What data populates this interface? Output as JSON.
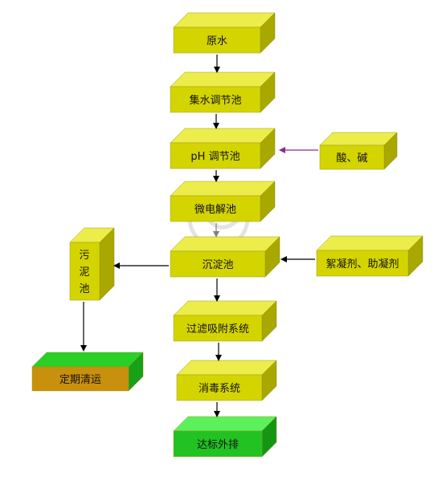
{
  "flow": {
    "raw_water": "原水",
    "equalization_tank": "集水调节池",
    "ph_tank": "pH 调节池",
    "micro_electrolysis_tank": "微电解池",
    "sedimentation_tank": "沉淀池",
    "filtration_system": "过滤吸附系统",
    "disinfection_system": "消毒系统",
    "discharge": "达标外排"
  },
  "inputs": {
    "acid_base": "酸、碱",
    "flocculant": "絮凝剂、助凝剂"
  },
  "sludge": {
    "sludge_tank": [
      "污",
      "泥",
      "池"
    ],
    "periodic_removal": "定期清运"
  },
  "colors": {
    "box_front": "#d4d400",
    "box_top": "#ecec4a",
    "box_side": "#a8a800",
    "green_front": "#22c222",
    "green_top": "#5cf05c",
    "green_side": "#149614",
    "brown_front": "#c8900c",
    "brown_top": "#28d028",
    "brown_side": "#18a018",
    "arrow": "#000000",
    "chemical_arrow": "#8a2b8a",
    "gray_arrow": "#808080"
  }
}
